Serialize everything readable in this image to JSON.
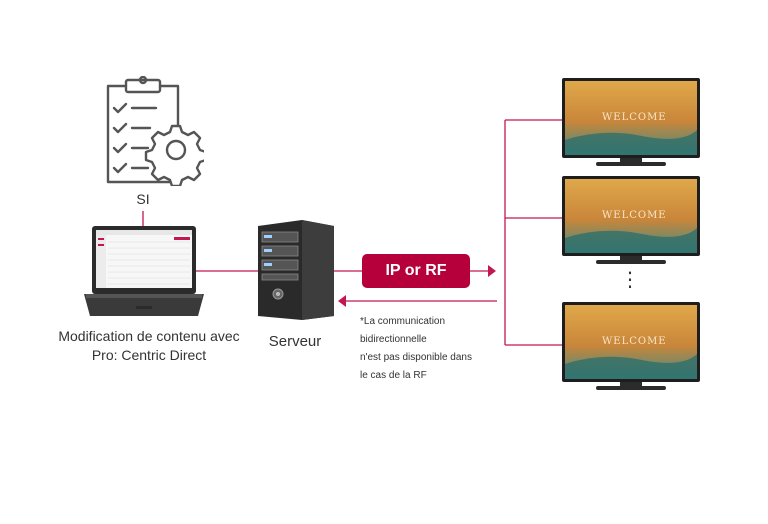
{
  "diagram": {
    "si_label": "SI",
    "laptop_label_line1": "Modification de contenu avec",
    "laptop_label_line2": "Pro: Centric Direct",
    "server_label": "Serveur",
    "connection_badge": "IP or RF",
    "note_lines": [
      "*La communication",
      "bidirectionnelle",
      "n'est pas disponible dans",
      "le cas de la RF"
    ],
    "tv_screen_text": "WELCOME",
    "more_indicator": "⋮",
    "icons": [
      "clipboard-gear-icon",
      "laptop-icon",
      "server-icon",
      "tv-icon"
    ],
    "colors": {
      "accent": "#b5003b",
      "line": "#c2184f",
      "text": "#333333"
    }
  }
}
